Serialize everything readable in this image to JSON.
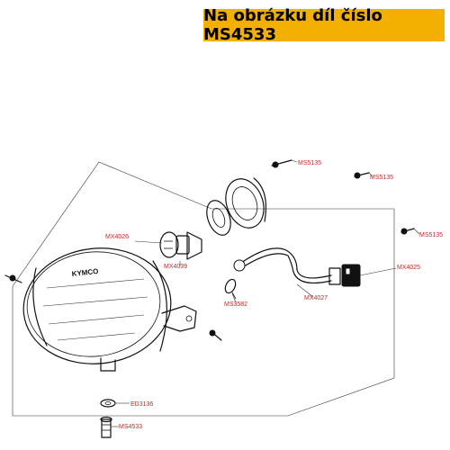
{
  "banner": {
    "text": "Na obrázku díl číslo MS4533"
  },
  "parts": {
    "ms5135_a": "MS5135",
    "ms5135_b": "MS5135",
    "ms5135_c": "MS5135",
    "mx4026": "MX4026",
    "mx4039": "MX4039",
    "mx4025": "MX4025",
    "mx4027": "MX4027",
    "ms3582": "MS3582",
    "ed3136": "ED3136",
    "ms4533": "MS4533"
  },
  "lens_logo": "KYMCO"
}
